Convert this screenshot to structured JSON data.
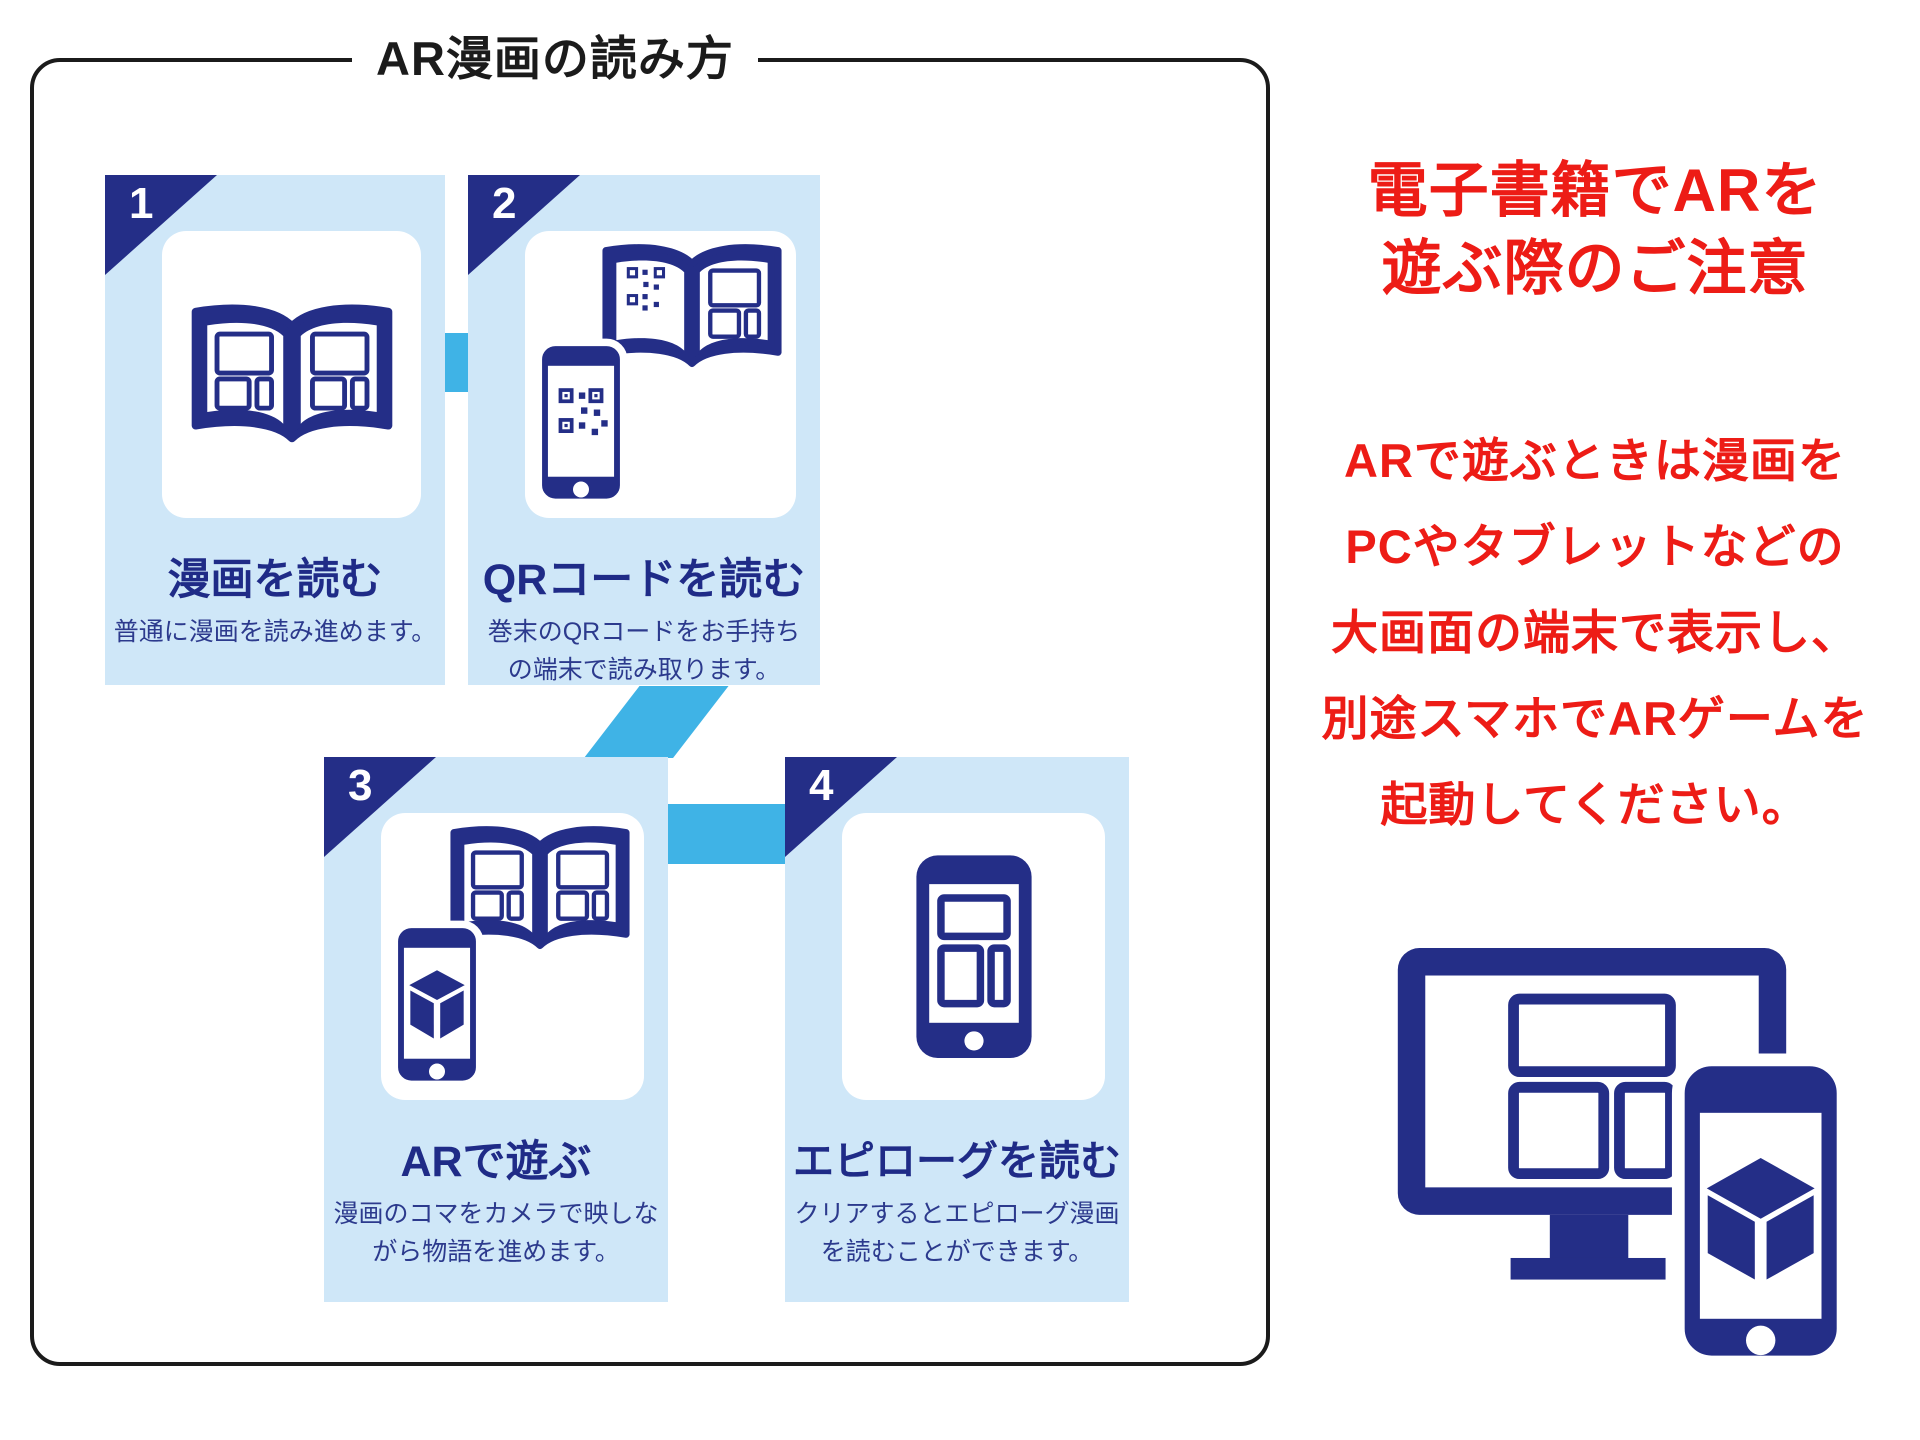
{
  "panel": {
    "title": "AR漫画の読み方"
  },
  "steps": [
    {
      "number": "1",
      "title": "漫画を読む",
      "description_lines": [
        "普通に漫画を読み進めます。"
      ],
      "icon": "open-book-icon"
    },
    {
      "number": "2",
      "title": "QRコードを読む",
      "description_lines": [
        "巻末のQRコードをお手持ち",
        "の端末で読み取ります。"
      ],
      "icon": "book-and-phone-qr-icon"
    },
    {
      "number": "3",
      "title": "ARで遊ぶ",
      "description_lines": [
        "漫画のコマをカメラで映しな",
        "がら物語を進めます。"
      ],
      "icon": "book-and-phone-cube-icon"
    },
    {
      "number": "4",
      "title": "エピローグを読む",
      "description_lines": [
        "クリアするとエピローグ漫画",
        "を読むことができます。"
      ],
      "icon": "phone-comic-panels-icon"
    }
  ],
  "notice": {
    "heading_lines": [
      "電子書籍でARを",
      "遊ぶ際のご注意"
    ],
    "body_lines": [
      "ARで遊ぶときは漫画を",
      "PCやタブレットなどの",
      "大画面の端末で表示し、",
      "別途スマホでARゲームを",
      "起動してください。"
    ]
  },
  "illustration": {
    "icon": "monitor-and-smartphone-ar-icon"
  },
  "colors": {
    "navy": "#242e87",
    "card_light_blue": "#cfe7f8",
    "connector_cyan": "#3fb3e6",
    "notice_red": "#ed1c16",
    "outline_black": "#1b1b1b"
  }
}
